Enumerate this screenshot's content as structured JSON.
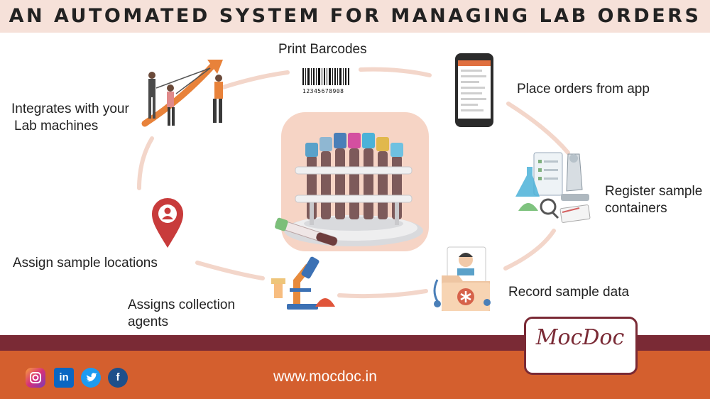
{
  "title": "AN AUTOMATED SYSTEM FOR MANAGING LAB ORDERS",
  "steps": {
    "print_barcodes": "Print Barcodes",
    "barcode_number": "12345678908",
    "place_orders": "Place orders from app",
    "register_line1": "Register sample",
    "register_line2": "containers",
    "record_data": "Record sample data",
    "assigns_line1": "Assigns collection",
    "assigns_line2": "agents",
    "assign_locations": "Assign sample locations",
    "integrates_line1": "Integrates with your",
    "integrates_line2": "Lab machines"
  },
  "footer": {
    "url": "www.mocdoc.in",
    "logo_text": "MocDoc",
    "social": [
      "instagram-icon",
      "linkedin-icon",
      "twitter-icon",
      "facebook-icon"
    ],
    "linkedin_glyph": "in",
    "facebook_glyph": "f"
  },
  "colors": {
    "title_band": "#f6e1d9",
    "footer_maroon": "#7a2a35",
    "footer_orange": "#d45f2e",
    "ring": "#f3d6ca"
  }
}
